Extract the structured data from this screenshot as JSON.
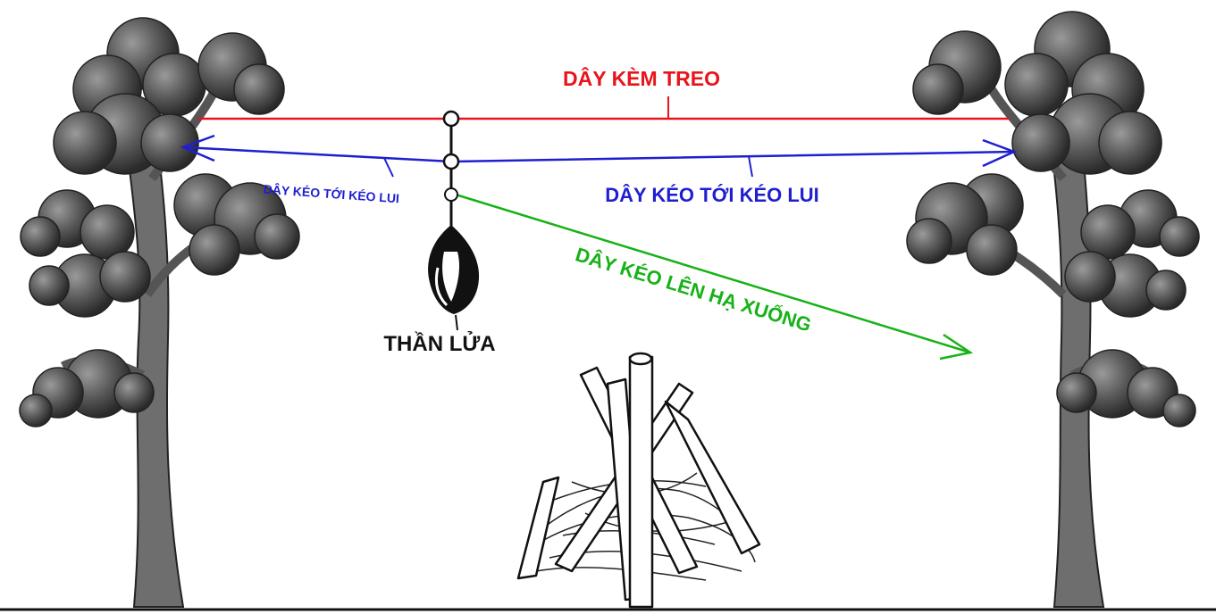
{
  "labels": {
    "suspension_wire": "DÂY KÈM TREO",
    "pull_rope_left": "DÂY KÉO TỚI KÉO LUI",
    "pull_rope_right": "DÂY KÉO TỚI KÉO LUI",
    "lift_rope": "DÂY KÉO LÊN HẠ XUỐNG",
    "fire_god": "THẦN LỬA"
  },
  "colors": {
    "suspension_wire": "#e8141b",
    "pull_rope": "#1f1fd0",
    "lift_rope": "#17b217",
    "ink": "#111111",
    "foliage_dark": "#3a3a3a",
    "foliage_light": "#8c8c8c",
    "trunk": "#6e6e6e"
  },
  "icons": [
    "tree-icon",
    "fire-god-icon",
    "campfire-icon",
    "pulley-icon"
  ]
}
